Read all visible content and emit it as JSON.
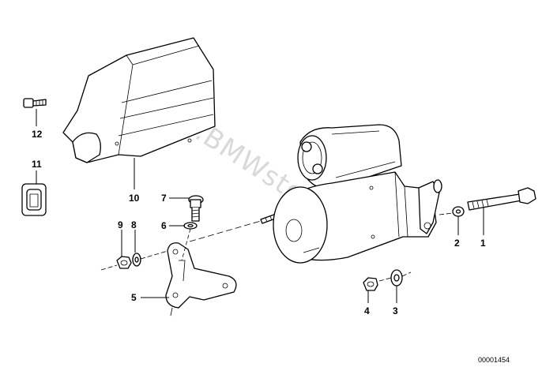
{
  "watermark": "www.BMWstore.pl",
  "reference_number": "00001454",
  "callouts": [
    {
      "id": "1",
      "text": "1"
    },
    {
      "id": "2",
      "text": "2"
    },
    {
      "id": "3",
      "text": "3"
    },
    {
      "id": "4",
      "text": "4"
    },
    {
      "id": "5",
      "text": "5"
    },
    {
      "id": "6",
      "text": "6"
    },
    {
      "id": "7",
      "text": "7"
    },
    {
      "id": "8",
      "text": "8"
    },
    {
      "id": "9",
      "text": "9"
    },
    {
      "id": "10",
      "text": "10"
    },
    {
      "id": "11",
      "text": "11"
    },
    {
      "id": "12",
      "text": "12"
    }
  ]
}
